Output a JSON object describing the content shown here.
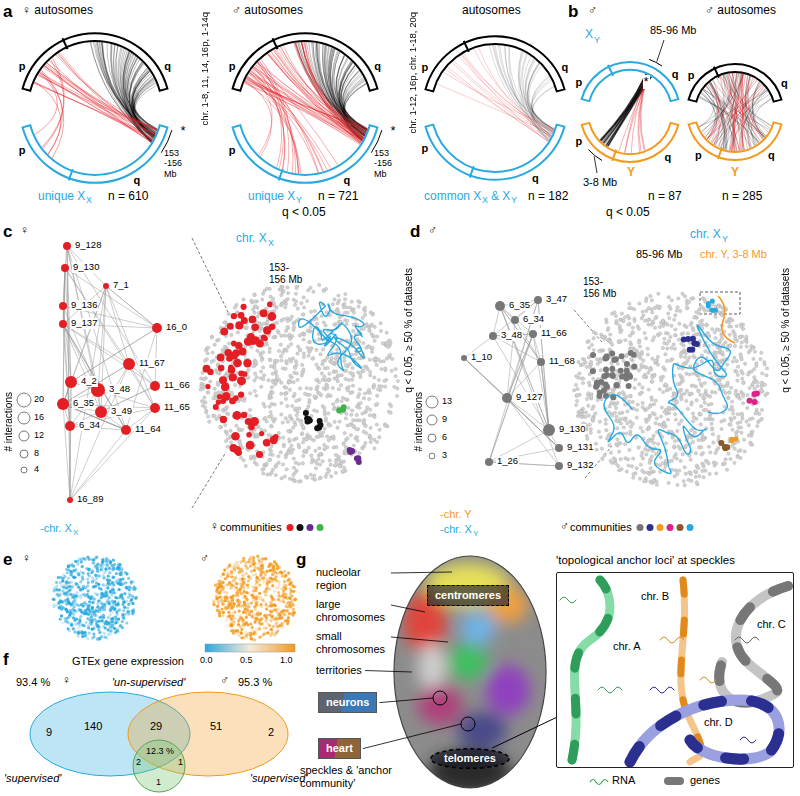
{
  "diagram": {
    "nodes": [
      {
        "text": [
          "centromeres"
        ]
      },
      {
        "text": [
          "neurons"
        ]
      },
      {
        "text": [
          "heart"
        ]
      },
      {
        "text": [
          "telomeres"
        ]
      },
      {
        "text": [
          "'topological anchor loci' at speckles"
        ]
      }
    ],
    "edges": [
      {
        "from": 3,
        "to": 4,
        "arrow": "none"
      }
    ],
    "labels": [
      "a",
      "♀ autosomes",
      "p",
      "q",
      "p",
      "q",
      "chr. 1-8, 11, 14, 16p, 1-14q",
      "*",
      "153 -156 Mb",
      "unique X",
      "X",
      "n = 610",
      "♂ autosomes",
      "p",
      "q",
      "p",
      "q",
      "chr. 1-12, 16p, chr. 1-18, 20q",
      "*",
      "153 -156 Mb",
      "unique X",
      "Y",
      "n = 721",
      "q < 0.05",
      "autosomes",
      "p",
      "q",
      "p",
      "q",
      "common X",
      "X",
      "& X",
      "Y",
      "n = 182",
      "b",
      "♂",
      "X",
      "Y",
      "85-96 Mb",
      "*",
      "p",
      "q",
      "p",
      "q",
      "3-8 Mb",
      "Y",
      "n = 87",
      "q < 0.05",
      "♂ autosomes",
      "p",
      "q",
      "p",
      "q",
      "Y",
      "n = 285",
      "c",
      "♀",
      "chr. X",
      "X",
      "153-156 Mb",
      "9_128",
      "9_130",
      "7_1",
      "9_136",
      "9_137",
      "16_0",
      "11_67",
      "4_2",
      "3_48",
      "11_66",
      "6_35",
      "3_49",
      "11_65",
      "6_34",
      "11_64",
      "16_89",
      "# interactions",
      "20",
      "16",
      "12",
      "8",
      "4",
      "-chr. X",
      "X",
      "♀",
      "communities",
      "q < 0.05, ≥ 50 % of datasets",
      "d",
      "♂",
      "chr. X",
      "Y",
      "85-96 Mb",
      "chr. Y, 3-8 Mb",
      "153-156 Mb",
      "3_47",
      "6_35",
      "6_34",
      "3_48",
      "11_66",
      "11_68",
      "1_10",
      "9_127",
      "9_130",
      "9_131",
      "9_132",
      "1_26",
      "# interactions",
      "13",
      "9",
      "6",
      "3",
      "-chr. Y",
      "-chr. X",
      "Y",
      "♂",
      "communities",
      "q < 0.05, ≥ 50 % of datasets",
      "e",
      "♀",
      "♂",
      "f",
      "GTEx gene expression",
      "0.0",
      "0.5",
      "1.0",
      "93.4 %",
      "♀",
      "'un-supervised'",
      "♂",
      "95.3 %",
      "9",
      "140",
      "29",
      "51",
      "2",
      "12.3 %",
      "2",
      "1",
      "1",
      "'supervised'",
      "'supervised'",
      "g",
      "nucleolar region",
      "large chromosomes",
      "small chromosomes",
      "territories",
      "speckles & 'anchor community'",
      "chr. A",
      "chr. B",
      "chr. C",
      "chr. D"
    ],
    "legend": [
      {
        "text": "RNA"
      },
      {
        "text": "genes"
      }
    ]
  }
}
